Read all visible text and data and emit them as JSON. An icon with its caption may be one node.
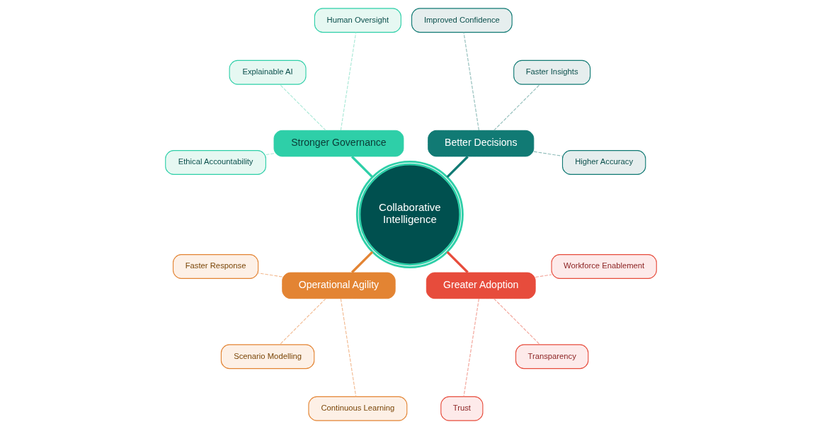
{
  "diagram": {
    "nodes": [
      {
        "text": [
          "Collaborative Intelligence"
        ]
      },
      {
        "text": [
          "Better Decisions"
        ]
      },
      {
        "text": [
          "Higher Accuracy"
        ]
      },
      {
        "text": [
          "Faster Insights"
        ]
      },
      {
        "text": [
          "Improved Confidence"
        ]
      },
      {
        "text": [
          "Stronger Governance"
        ]
      },
      {
        "text": [
          "Human Oversight"
        ]
      },
      {
        "text": [
          "Explainable AI"
        ]
      },
      {
        "text": [
          "Ethical Accountability"
        ]
      },
      {
        "text": [
          "Operational Agility"
        ]
      },
      {
        "text": [
          "Faster Response"
        ]
      },
      {
        "text": [
          "Scenario Modelling"
        ]
      },
      {
        "text": [
          "Continuous Learning"
        ]
      },
      {
        "text": [
          "Greater Adoption"
        ]
      },
      {
        "text": [
          "Trust"
        ]
      },
      {
        "text": [
          "Transparency"
        ]
      },
      {
        "text": [
          "Workforce Enablement"
        ]
      }
    ],
    "edges": [
      {
        "from": 0,
        "to": 1,
        "arrow": "none",
        "style": "thick",
        "color": "#117a74"
      },
      {
        "from": 1,
        "to": 2,
        "arrow": "none",
        "style": "dashed",
        "color": "#8fbcb9"
      },
      {
        "from": 1,
        "to": 3,
        "arrow": "none",
        "style": "dashed",
        "color": "#8fbcb9"
      },
      {
        "from": 1,
        "to": 4,
        "arrow": "none",
        "style": "dashed",
        "color": "#8fbcb9"
      },
      {
        "from": 0,
        "to": 5,
        "arrow": "none",
        "style": "thick",
        "color": "#2ecfa8"
      },
      {
        "from": 5,
        "to": 6,
        "arrow": "none",
        "style": "dashed",
        "color": "#a8e8d6"
      },
      {
        "from": 5,
        "to": 7,
        "arrow": "none",
        "style": "dashed",
        "color": "#a8e8d6"
      },
      {
        "from": 5,
        "to": 8,
        "arrow": "none",
        "style": "dashed",
        "color": "#a8e8d6"
      },
      {
        "from": 0,
        "to": 9,
        "arrow": "none",
        "style": "thick",
        "color": "#e38433"
      },
      {
        "from": 9,
        "to": 10,
        "arrow": "none",
        "style": "dashed",
        "color": "#f2b98f"
      },
      {
        "from": 9,
        "to": 11,
        "arrow": "none",
        "style": "dashed",
        "color": "#f2b98f"
      },
      {
        "from": 9,
        "to": 12,
        "arrow": "none",
        "style": "dashed",
        "color": "#f2b98f"
      },
      {
        "from": 0,
        "to": 13,
        "arrow": "none",
        "style": "thick",
        "color": "#e74c3c"
      },
      {
        "from": 13,
        "to": 14,
        "arrow": "none",
        "style": "dashed",
        "color": "#f2a196"
      },
      {
        "from": 13,
        "to": 15,
        "arrow": "none",
        "style": "dashed",
        "color": "#f2a196"
      },
      {
        "from": 13,
        "to": 16,
        "arrow": "none",
        "style": "dashed",
        "color": "#f2a196"
      }
    ]
  }
}
